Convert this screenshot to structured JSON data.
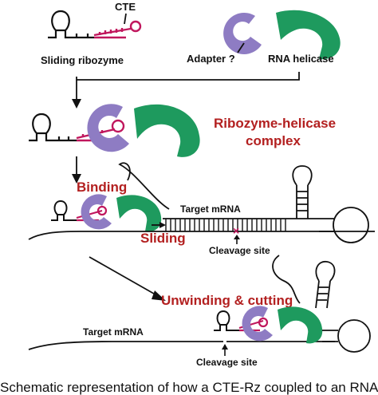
{
  "labels": {
    "cte": "CTE",
    "sliding_ribozyme": "Sliding ribozyme",
    "adapter": "Adapter ?",
    "rna_helicase": "RNA helicase",
    "complex_line1": "Ribozyme-helicase",
    "complex_line2": "complex",
    "binding": "Binding",
    "target_mrna_1": "Target mRNA",
    "sliding": "Sliding",
    "cleavage_site_1": "Cleavage site",
    "cleavage_mark": "×",
    "unwinding": "Unwinding & cutting",
    "target_mrna_2": "Target mRNA",
    "cleavage_site_2": "Cleavage site"
  },
  "caption": "Schematic representation of how a CTE-Rz coupled to an RNA",
  "colors": {
    "text_red": "#b32020",
    "ribozyme_magenta": "#c0175d",
    "adapter_purple": "#8e7cc3",
    "helicase_green": "#1e9a5e",
    "line_black": "#111111"
  }
}
